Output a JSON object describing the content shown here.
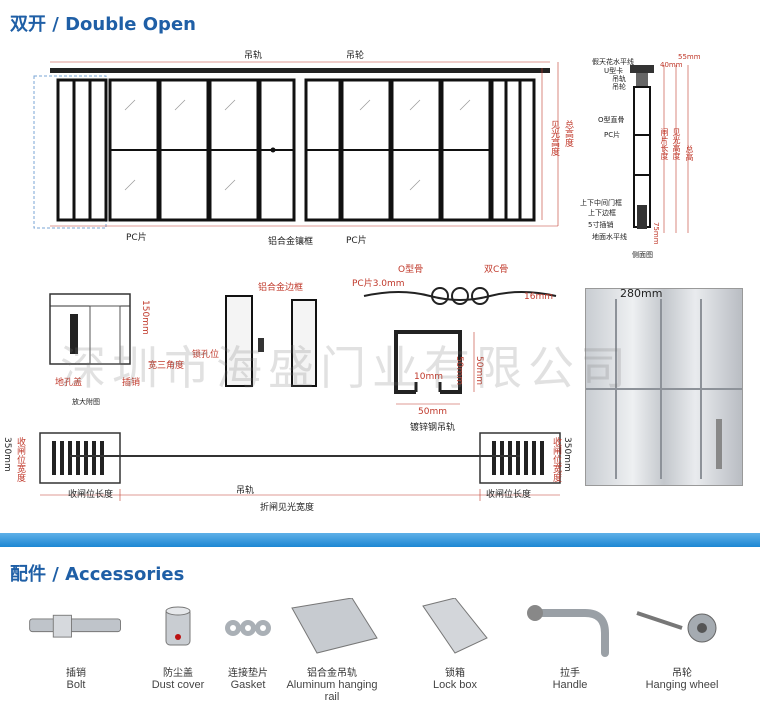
{
  "section1": {
    "title": "双开 / Double Open"
  },
  "front": {
    "rail_label": "吊轨",
    "wheel_label": "吊轮",
    "pc1": "PC片",
    "frame": "铝合金镶框",
    "pc2": "PC片",
    "vlabel1": "见光高度",
    "vlabel2": "总高度"
  },
  "side": {
    "labels": [
      "假天花水平线",
      "U型卡",
      "吊轨",
      "吊轮",
      "O型直骨",
      "PC片",
      "上下中间门框",
      "上下边框",
      "5寸插销",
      "地面水平线"
    ],
    "dims": [
      "55mm",
      "40mm",
      "75mm"
    ],
    "vlabels": [
      "闸片长度",
      "见光高度",
      "总高"
    ],
    "caption": "侧面图"
  },
  "detail": {
    "pin_hole": "地孔盖",
    "bolt": "插销",
    "width": "宽三角度",
    "dim150": "150mm",
    "caption": "放大附图",
    "lock": "锁孔位",
    "alu_frame": "铝合金边框",
    "o_bone": "O型骨",
    "double_c": "双C骨",
    "pc_thick": "PC片3.0mm",
    "dim16": "16mm",
    "d10": "10mm",
    "d50a": "50mm",
    "d50b": "50mm",
    "d50c": "50mm",
    "rail_caption": "镀锌钢吊轨",
    "photo_dim": "280mm"
  },
  "plan": {
    "rail": "吊轨",
    "left": "收闸位长度",
    "middle": "折闸见光宽度",
    "right": "收闸位长度",
    "side_l": "350mm",
    "side_l2": "收闸位宽度",
    "side_r": "350mm",
    "side_r2": "收闸位宽度"
  },
  "watermark": "深圳市海盛门业有限公司",
  "section2": {
    "title": "配件 / Accessories"
  },
  "accessories": [
    {
      "cn": "插销",
      "en": "Bolt",
      "icon": "bolt-icon"
    },
    {
      "cn": "防尘盖",
      "en": "Dust cover",
      "icon": "dust-cover-icon"
    },
    {
      "cn": "连接垫片",
      "en": "Gasket",
      "icon": "gasket-icon"
    },
    {
      "cn": "铝合金吊轨",
      "en": "Aluminum hanging rail",
      "icon": "rail-icon"
    },
    {
      "cn": "锁箱",
      "en": "Lock box",
      "icon": "lock-box-icon"
    },
    {
      "cn": "拉手",
      "en": "Handle",
      "icon": "handle-icon"
    },
    {
      "cn": "吊轮",
      "en": "Hanging wheel",
      "icon": "wheel-icon"
    }
  ],
  "colors": {
    "title": "#1f5fa6",
    "band": "#1d87d3",
    "annotation": "#c0392b"
  }
}
